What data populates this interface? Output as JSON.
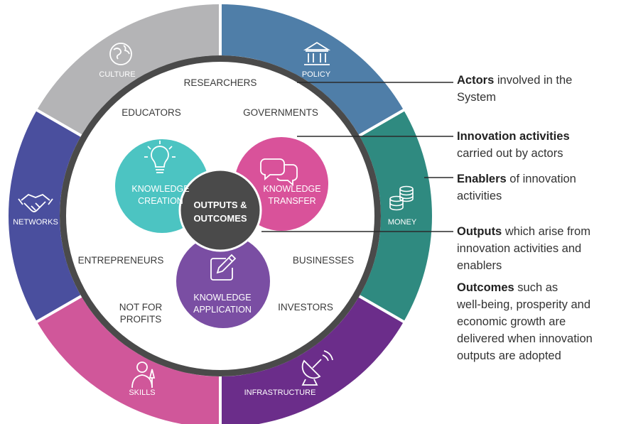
{
  "colors": {
    "culture": "#4a4f9e",
    "policy": "#b4b4b6",
    "money": "#4f7ea8",
    "infrastructure": "#2f8a80",
    "skills": "#6b2d8a",
    "networks": "#d0579a",
    "knowledge_creation": "#4cc4c2",
    "knowledge_transfer": "#d9529a",
    "knowledge_application": "#7a4ea3",
    "center": "#4a4a4a",
    "leader_line": "#2a2a2a"
  },
  "enablers": [
    {
      "label": "CULTURE",
      "icon": "globe-icon"
    },
    {
      "label": "POLICY",
      "icon": "government-building-icon"
    },
    {
      "label": "MONEY",
      "icon": "coins-icon"
    },
    {
      "label": "INFRASTRUCTURE",
      "icon": "satellite-dish-icon"
    },
    {
      "label": "SKILLS",
      "icon": "person-with-tie-icon"
    },
    {
      "label": "NETWORKS",
      "icon": "handshake-icon"
    }
  ],
  "actors": {
    "researchers": "RESEARCHERS",
    "educators": "EDUCATORS",
    "governments": "GOVERNMENTS",
    "entrepreneurs": "ENTREPRENEURS",
    "businesses": "BUSINESSES",
    "not_for_profits": [
      "NOT FOR",
      "PROFITS"
    ],
    "investors": "INVESTORS"
  },
  "activities": {
    "creation": {
      "lines": [
        "KNOWLEDGE",
        "CREATION"
      ],
      "icon": "lightbulb-icon"
    },
    "transfer": {
      "lines": [
        "KNOWLEDGE",
        "TRANSFER"
      ],
      "icon": "speech-bubbles-icon"
    },
    "application": {
      "lines": [
        "KNOWLEDGE",
        "APPLICATION"
      ],
      "icon": "pencil-paper-icon"
    }
  },
  "center": {
    "lines": [
      "OUTPUTS &",
      "OUTCOMES"
    ]
  },
  "legend": {
    "actors": {
      "bold": "Actors",
      "line1_rest": " involved in the",
      "line2": "System"
    },
    "activities": {
      "bold": "Innovation activities",
      "line2": "carried out by actors"
    },
    "enablers": {
      "bold": "Enablers",
      "line1_rest": " of innovation",
      "line2": "activities"
    },
    "outputs": {
      "bold": "Outputs",
      "line1_rest": " which arise from",
      "line2": "innovation activities and",
      "line3": "enablers"
    },
    "outcomes": {
      "bold": "Outcomes",
      "line1_rest": " such as",
      "line2": "well-being, prosperity and",
      "line3": "economic growth are",
      "line4": "delivered when innovation",
      "line5": "outputs are adopted"
    }
  }
}
